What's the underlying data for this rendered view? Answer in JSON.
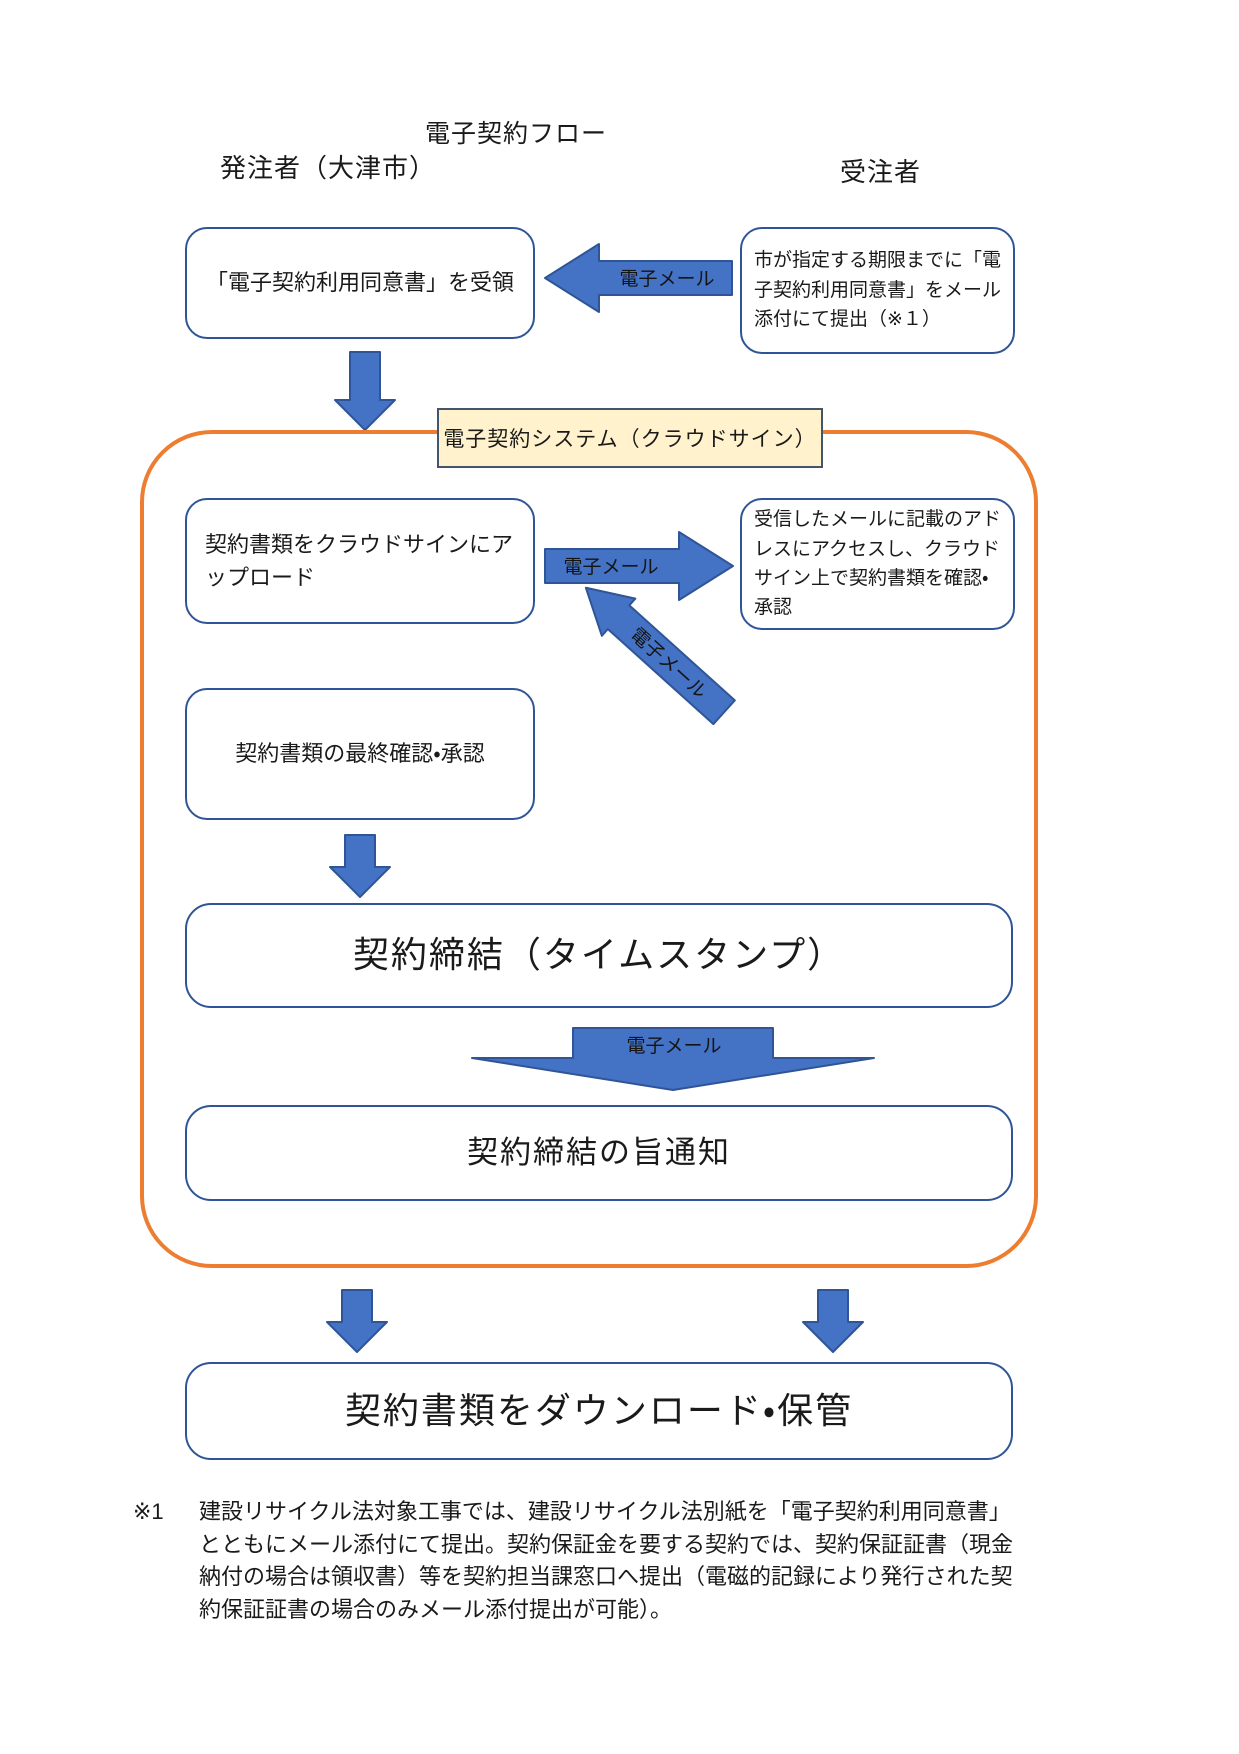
{
  "page": {
    "title": "電子契約フロー",
    "left_column_header": "発注者（大津市）",
    "right_column_header": "受注者"
  },
  "flow": {
    "email_label": "電子メール",
    "box_receive": "「電子契約利用同意書」を受領",
    "box_submit": "市が指定する期限までに「電子契約利用同意書」をメール添付にて提出（※１）",
    "system_banner": "電子契約システム（クラウドサイン）",
    "box_upload": "契約書類をクラウドサインにアップロード",
    "box_access": "受信したメールに記載のアドレスにアクセスし、クラウドサイン上で契約書類を確認・承認",
    "box_final_confirm": "契約書類の最終確認・承認",
    "box_conclude": "契約締結（タイムスタンプ）",
    "box_notice": "契約締結の旨通知",
    "box_download": "契約書類をダウンロード・保管"
  },
  "footnote": {
    "marker": "※1",
    "text": "建設リサイクル法対象工事では、建設リサイクル法別紙を「電子契約利用同意書」とともにメール添付にて提出。契約保証金を要する契約では、契約保証証書（現金納付の場合は領収書）等を契約担当課窓口へ提出（電磁的記録により発行された契約保証証書の場合のみメール添付提出が可能）。",
    "colors": {
      "arrow_fill": "#4472C4",
      "arrow_border": "#2F5597",
      "box_border": "#2F5597",
      "container_border": "#ED7D31",
      "banner_fill": "#FFF2CC"
    }
  }
}
